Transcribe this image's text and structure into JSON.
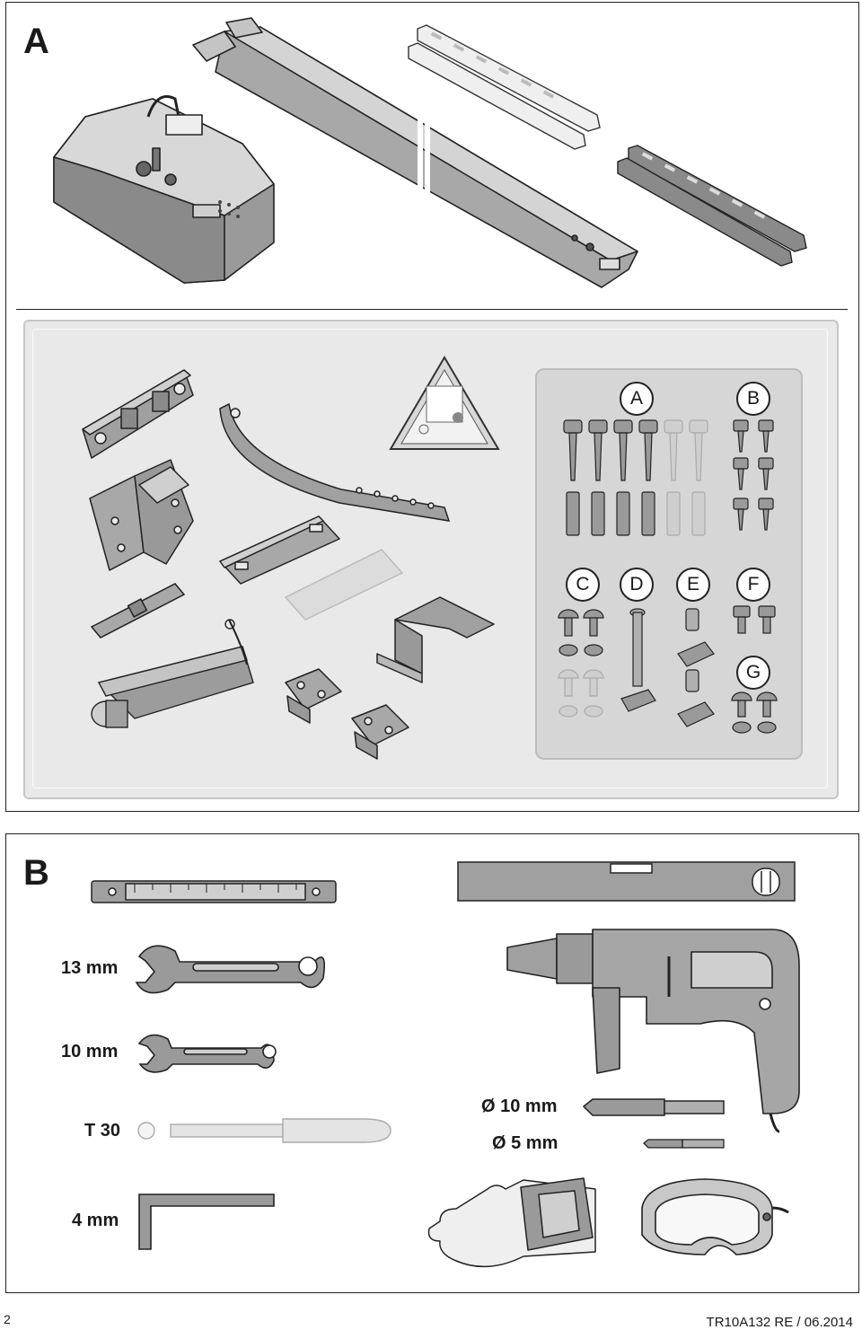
{
  "panel_a": {
    "letter": "A",
    "hardware_labels": [
      "A",
      "B",
      "C",
      "D",
      "E",
      "F",
      "G"
    ]
  },
  "panel_b": {
    "letter": "B",
    "tool_labels": {
      "wrench_13": "13 mm",
      "wrench_10": "10 mm",
      "torx": "T 30",
      "hex_key": "4 mm",
      "drill_bit_10": "Ø 10 mm",
      "drill_bit_5": "Ø 5 mm"
    }
  },
  "footer": {
    "page_number": "2",
    "doc_code": "TR10A132  RE / 06.2014"
  },
  "colors": {
    "part_grey": "#9a9a9a",
    "bag_grey": "#e9e9e9",
    "outline": "#222222"
  }
}
